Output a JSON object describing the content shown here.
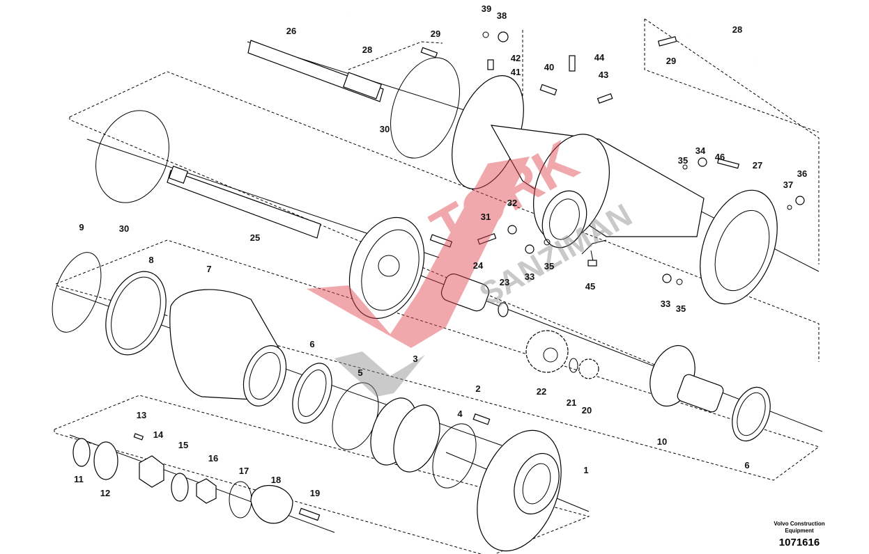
{
  "diagram": {
    "callouts": [
      "39",
      "38",
      "29",
      "26",
      "28",
      "42",
      "41",
      "40",
      "44",
      "43",
      "28",
      "29",
      "30",
      "30",
      "25",
      "9",
      "8",
      "7",
      "35",
      "34",
      "46",
      "27",
      "36",
      "37",
      "31",
      "32",
      "33",
      "35",
      "45",
      "24",
      "23",
      "33",
      "35",
      "6",
      "5",
      "3",
      "2",
      "4",
      "22",
      "21",
      "20",
      "1",
      "10",
      "6",
      "13",
      "14",
      "15",
      "16",
      "17",
      "18",
      "19",
      "11",
      "12"
    ]
  },
  "footer": {
    "manufacturer": "Volvo Construction Equipment",
    "document_number": "1071616"
  },
  "watermark": {
    "text": "TORK ŞANZIMAN",
    "colors": {
      "red": "#e0404a",
      "gray": "#8a8a8a"
    }
  }
}
